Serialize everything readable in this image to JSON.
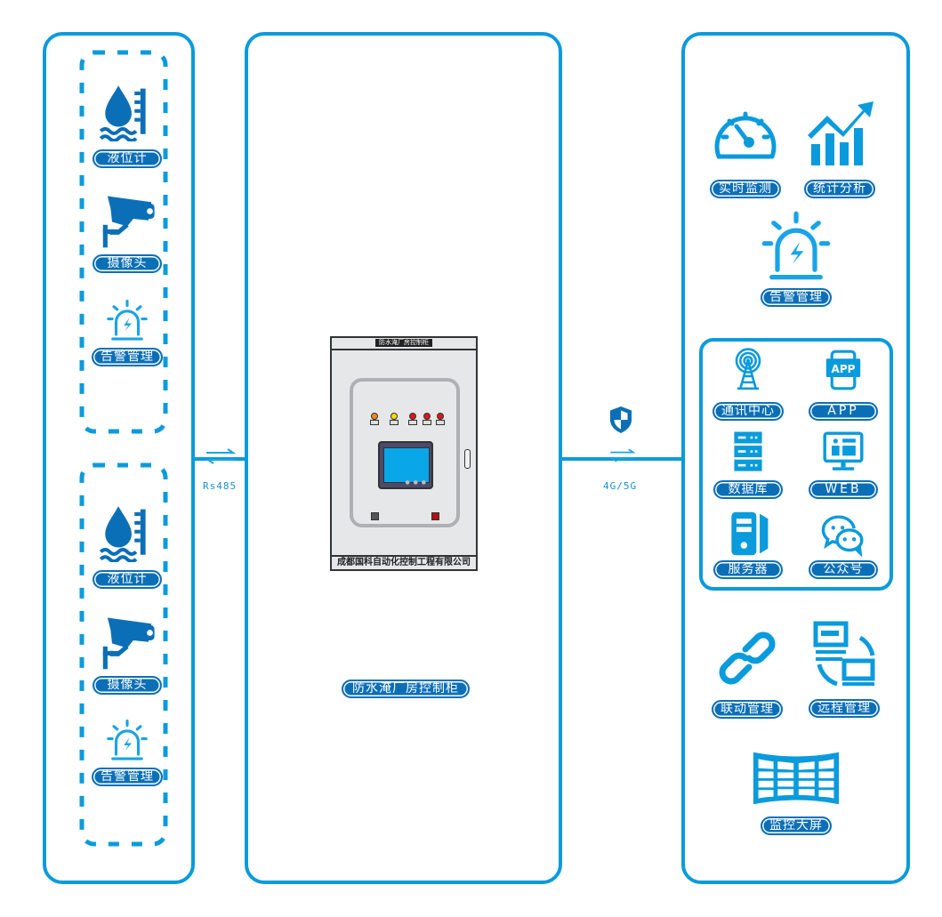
{
  "colors": {
    "primary": "#0a9bdc",
    "pill_fill": "#0b6fb8",
    "lamp_orange": "#f08a1c",
    "lamp_yellow": "#f2e000",
    "lamp_red": "#e3141b",
    "screen_blue": "#0aa7e8"
  },
  "left_panel": {
    "groups": [
      {
        "items": [
          {
            "label": "液位计",
            "icon": "water-level-gauge-icon"
          },
          {
            "label": "摄像头",
            "icon": "security-camera-icon"
          },
          {
            "label": "告警管理",
            "icon": "alarm-siren-icon"
          }
        ]
      },
      {
        "items": [
          {
            "label": "液位计",
            "icon": "water-level-gauge-icon"
          },
          {
            "label": "摄像头",
            "icon": "security-camera-icon"
          },
          {
            "label": "告警管理",
            "icon": "alarm-siren-icon"
          }
        ]
      }
    ]
  },
  "left_link": {
    "label": "Rs485",
    "icon": "bidirectional-arrows-icon"
  },
  "center_panel": {
    "cabinet": {
      "top_label": "防水淹厂房控制柜",
      "bottom_label": "成都国科自动化控制工程有限公司",
      "lamps": [
        "orange",
        "yellow",
        "red",
        "red",
        "red"
      ]
    },
    "caption": "防水淹厂房控制柜"
  },
  "right_link": {
    "label": "4G/5G",
    "icon": "security-shield-icon"
  },
  "right_panel": {
    "top_items": [
      {
        "label": "实时监测",
        "icon": "speedometer-gauge-icon"
      },
      {
        "label": "统计分析",
        "icon": "growth-chart-icon"
      },
      {
        "label": "告警管理",
        "icon": "alarm-siren-icon"
      }
    ],
    "platform_items": [
      {
        "label": "通讯中心",
        "icon": "radio-tower-icon"
      },
      {
        "label": "APP",
        "icon": "mobile-app-icon"
      },
      {
        "label": "数据库",
        "icon": "database-server-icon"
      },
      {
        "label": "WEB",
        "icon": "web-monitor-icon"
      },
      {
        "label": "服务器",
        "icon": "server-tower-icon"
      },
      {
        "label": "公众号",
        "icon": "wechat-chat-icon"
      }
    ],
    "bottom_items": [
      {
        "label": "联动管理",
        "icon": "chain-link-icon"
      },
      {
        "label": "远程管理",
        "icon": "remote-desktop-icon"
      },
      {
        "label": "监控大屏",
        "icon": "video-wall-icon"
      }
    ]
  }
}
